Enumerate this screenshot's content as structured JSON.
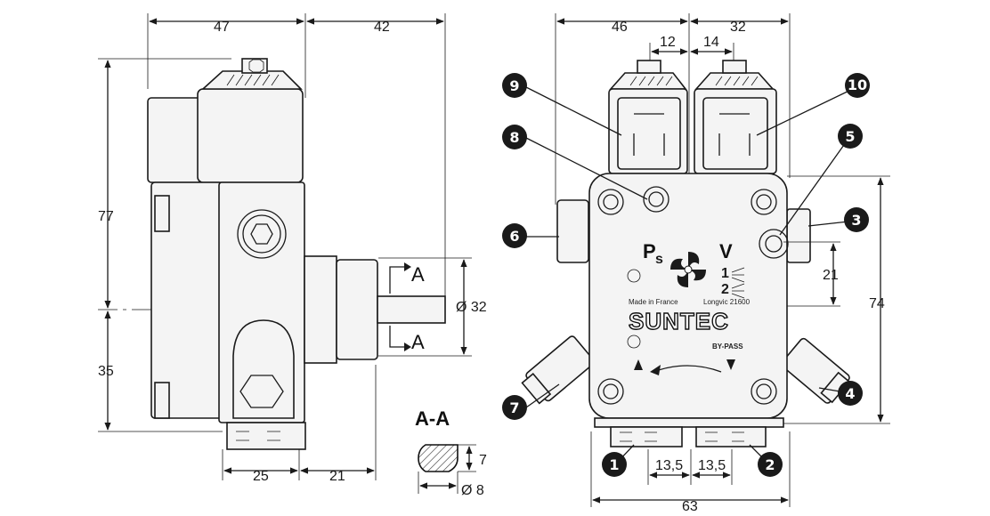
{
  "side_view": {
    "dim_top_left": "47",
    "dim_top_right": "42",
    "dim_height_upper": "77",
    "dim_height_lower": "35",
    "dim_bottom_left": "25",
    "dim_bottom_right": "21",
    "dim_shaft": "Ø 32",
    "section_marker": "A"
  },
  "section": {
    "title": "A-A",
    "dim_flat": "7",
    "dim_dia": "Ø 8"
  },
  "front_view": {
    "dim_top_left": "46",
    "dim_top_right": "32",
    "dim_coil_left": "12",
    "dim_coil_right": "14",
    "dim_right_small": "21",
    "dim_right_tall": "74",
    "dim_bottom_left": "13,5",
    "dim_bottom_right": "13,5",
    "dim_bottom_total": "63",
    "label_ps": "P",
    "label_ps_sub": "s",
    "label_v": "V",
    "stage_1": "1",
    "stage_2": "2",
    "made_in": "Made in France",
    "longvic": "Longvic 21600",
    "brand": "SUNTEC",
    "bypass": "BY-PASS",
    "callouts": [
      "1",
      "2",
      "3",
      "4",
      "5",
      "6",
      "7",
      "8",
      "9",
      "10"
    ]
  },
  "icons": {
    "plug": "plug-icon",
    "fan": "impeller-logo-icon",
    "rotation": "rotation-arrow-icon"
  }
}
